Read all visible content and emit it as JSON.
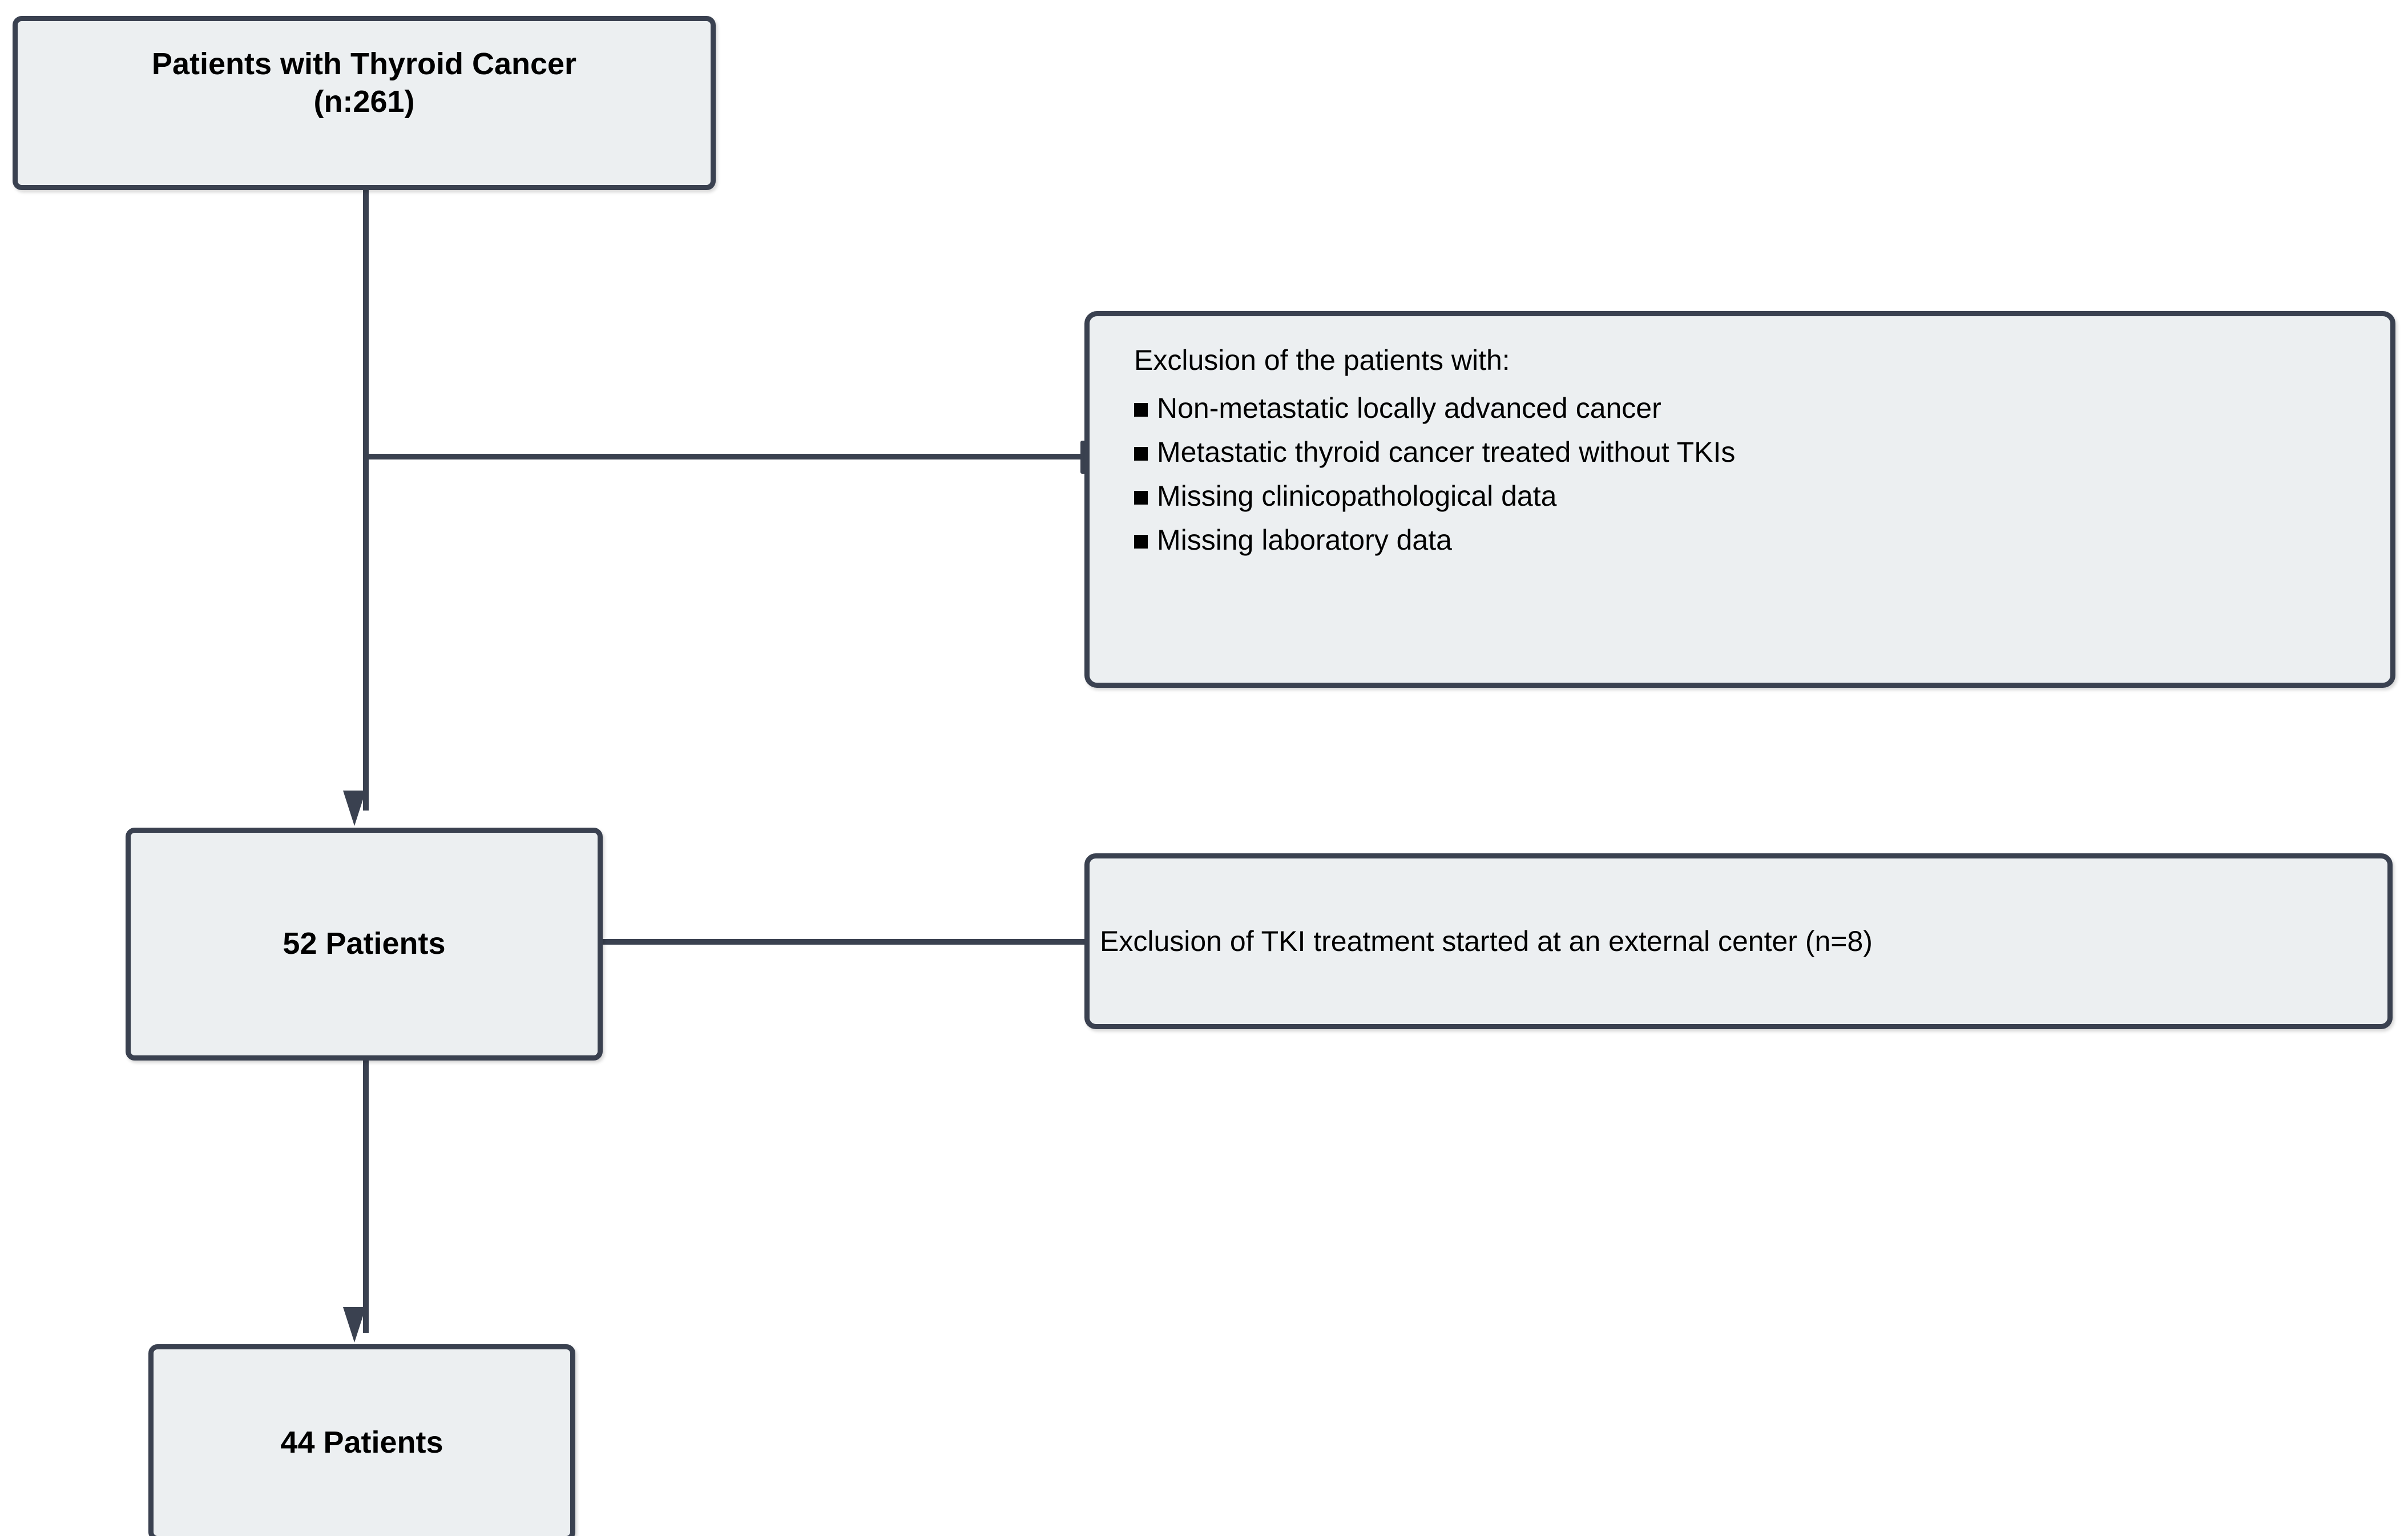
{
  "diagram": {
    "type": "patient-selection-flowchart",
    "colors": {
      "node_fill": "#ECEFF1",
      "node_border": "#3A4150",
      "connector": "#3A4150",
      "text": "#000000",
      "background": "#FFFFFF"
    },
    "nodes": {
      "root": {
        "label": "Patients with Thyroid Cancer\n(n:261)",
        "count_label": "n:261",
        "count": 261,
        "bold": true
      },
      "mid": {
        "label": "52 Patients",
        "count": 52,
        "bold": true
      },
      "final": {
        "label": "44 Patients",
        "count": 44,
        "bold": true
      }
    },
    "notes": {
      "exclusions": {
        "title": "Exclusion of the patients with:",
        "bullet_glyph": "square-bullet",
        "items": [
          "Non-metastatic locally advanced cancer",
          "Metastatic thyroid cancer treated without TKIs",
          "Missing clinicopathological data",
          "Missing laboratory data"
        ]
      },
      "external_center": {
        "text": "Exclusion of TKI treatment started at an external center (n=8)",
        "count": 8
      }
    },
    "connectors": [
      {
        "name": "root-to-mid",
        "from": "root",
        "to": "mid",
        "arrow": true
      },
      {
        "name": "root-to-exclusions",
        "from": "root",
        "to": "exclusions",
        "arrow": false
      },
      {
        "name": "mid-to-external",
        "from": "mid",
        "to": "external_center",
        "arrow": false
      },
      {
        "name": "mid-to-final",
        "from": "mid",
        "to": "final",
        "arrow": true
      }
    ]
  }
}
